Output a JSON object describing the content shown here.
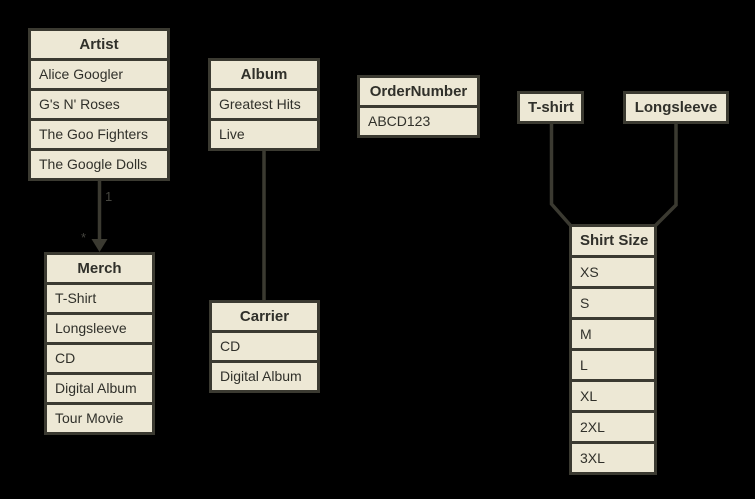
{
  "colors": {
    "table_fill": "#EDE8D5",
    "table_border": "#3B3A31",
    "table_text": "#30302A",
    "connector": "#3B3A31",
    "multiplicity_label": "#45453F",
    "background": "#000000"
  },
  "tables": {
    "artist": {
      "title": "Artist",
      "rows": [
        "Alice Googler",
        "G's N' Roses",
        "The Goo Fighters",
        "The Google Dolls"
      ]
    },
    "album": {
      "title": "Album",
      "rows": [
        "Greatest Hits",
        "Live"
      ]
    },
    "ordernumber": {
      "title": "OrderNumber",
      "rows": [
        "ABCD123"
      ]
    },
    "tshirt": {
      "title": "T-shirt",
      "rows": []
    },
    "longsleeve": {
      "title": "Longsleeve",
      "rows": []
    },
    "merch": {
      "title": "Merch",
      "rows": [
        "T-Shirt",
        "Longsleeve",
        "CD",
        "Digital Album",
        "Tour Movie"
      ]
    },
    "carrier": {
      "title": "Carrier",
      "rows": [
        "CD",
        "Digital Album"
      ]
    },
    "shirtsize": {
      "title": "Shirt Size",
      "rows": [
        "XS",
        "S",
        "M",
        "L",
        "XL",
        "2XL",
        "3XL"
      ]
    }
  },
  "connectors": {
    "artist_merch": {
      "from": "Artist",
      "to": "Merch",
      "source_label": "1",
      "target_label": "*",
      "arrowhead": "filled-triangle-down"
    },
    "album_carrier": {
      "from": "Album",
      "to": "Carrier"
    },
    "tshirt_shirtsize": {
      "from": "T-shirt",
      "to": "Shirt Size"
    },
    "longsleeve_shirtsize": {
      "from": "Longsleeve",
      "to": "Shirt Size"
    }
  }
}
